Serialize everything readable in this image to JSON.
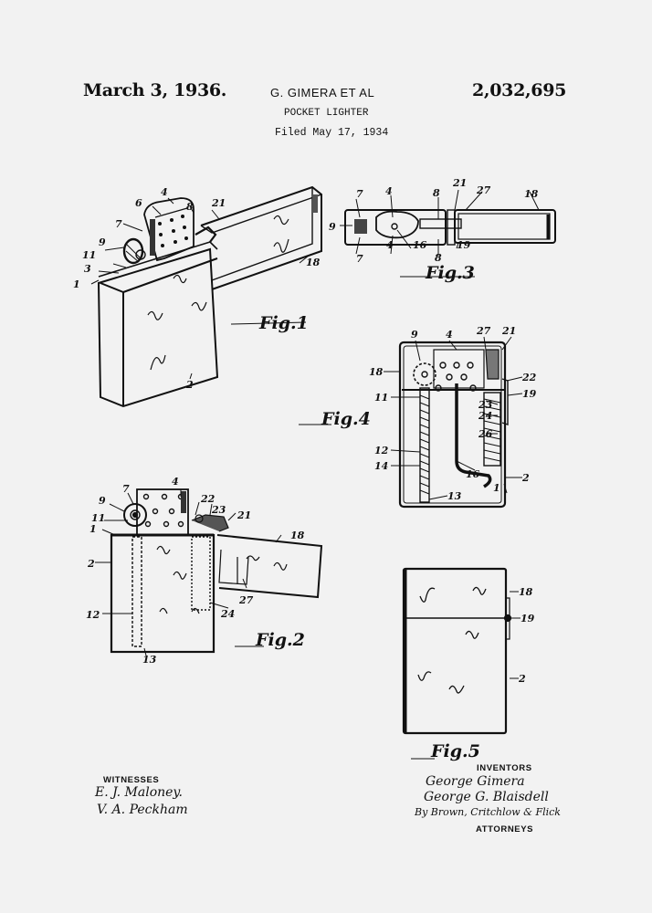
{
  "header": {
    "date": "March 3, 1936.",
    "inventor_line": "G. GIMERA  ET AL",
    "patent_number": "2,032,695",
    "title": "POCKET LIGHTER",
    "filed": "Filed May 17, 1934"
  },
  "figures": [
    {
      "id": "fig1",
      "label": "Fig.1",
      "refs": [
        "6",
        "4",
        "8",
        "21",
        "7",
        "9",
        "11",
        "3",
        "1",
        "18",
        "2"
      ]
    },
    {
      "id": "fig2",
      "label": "Fig.2",
      "refs": [
        "4",
        "7",
        "9",
        "11",
        "1",
        "2",
        "12",
        "13",
        "22",
        "23",
        "21",
        "18",
        "27",
        "24"
      ]
    },
    {
      "id": "fig3",
      "label": "Fig.3",
      "refs": [
        "7",
        "4",
        "8",
        "21",
        "27",
        "18",
        "9",
        "7",
        "4",
        "16",
        "8",
        "19"
      ]
    },
    {
      "id": "fig4",
      "label": "Fig.4",
      "refs": [
        "9",
        "4",
        "27",
        "21",
        "18",
        "22",
        "11",
        "19",
        "23",
        "24",
        "26",
        "12",
        "14",
        "16",
        "13",
        "1",
        "2"
      ]
    },
    {
      "id": "fig5",
      "label": "Fig.5",
      "refs": [
        "18",
        "19",
        "2"
      ]
    }
  ],
  "witnesses": {
    "heading": "WITNESSES",
    "names": [
      "E. J. Maloney.",
      "V. A. Peckham"
    ]
  },
  "inventors": {
    "heading": "INVENTORS",
    "names": [
      "George Gimera",
      "George G. Blaisdell"
    ],
    "by_line": "By Brown, Critchlow & Flick",
    "attorneys_heading": "ATTORNEYS"
  },
  "colors": {
    "paper": "#f2f2f2",
    "ink": "#111111"
  }
}
